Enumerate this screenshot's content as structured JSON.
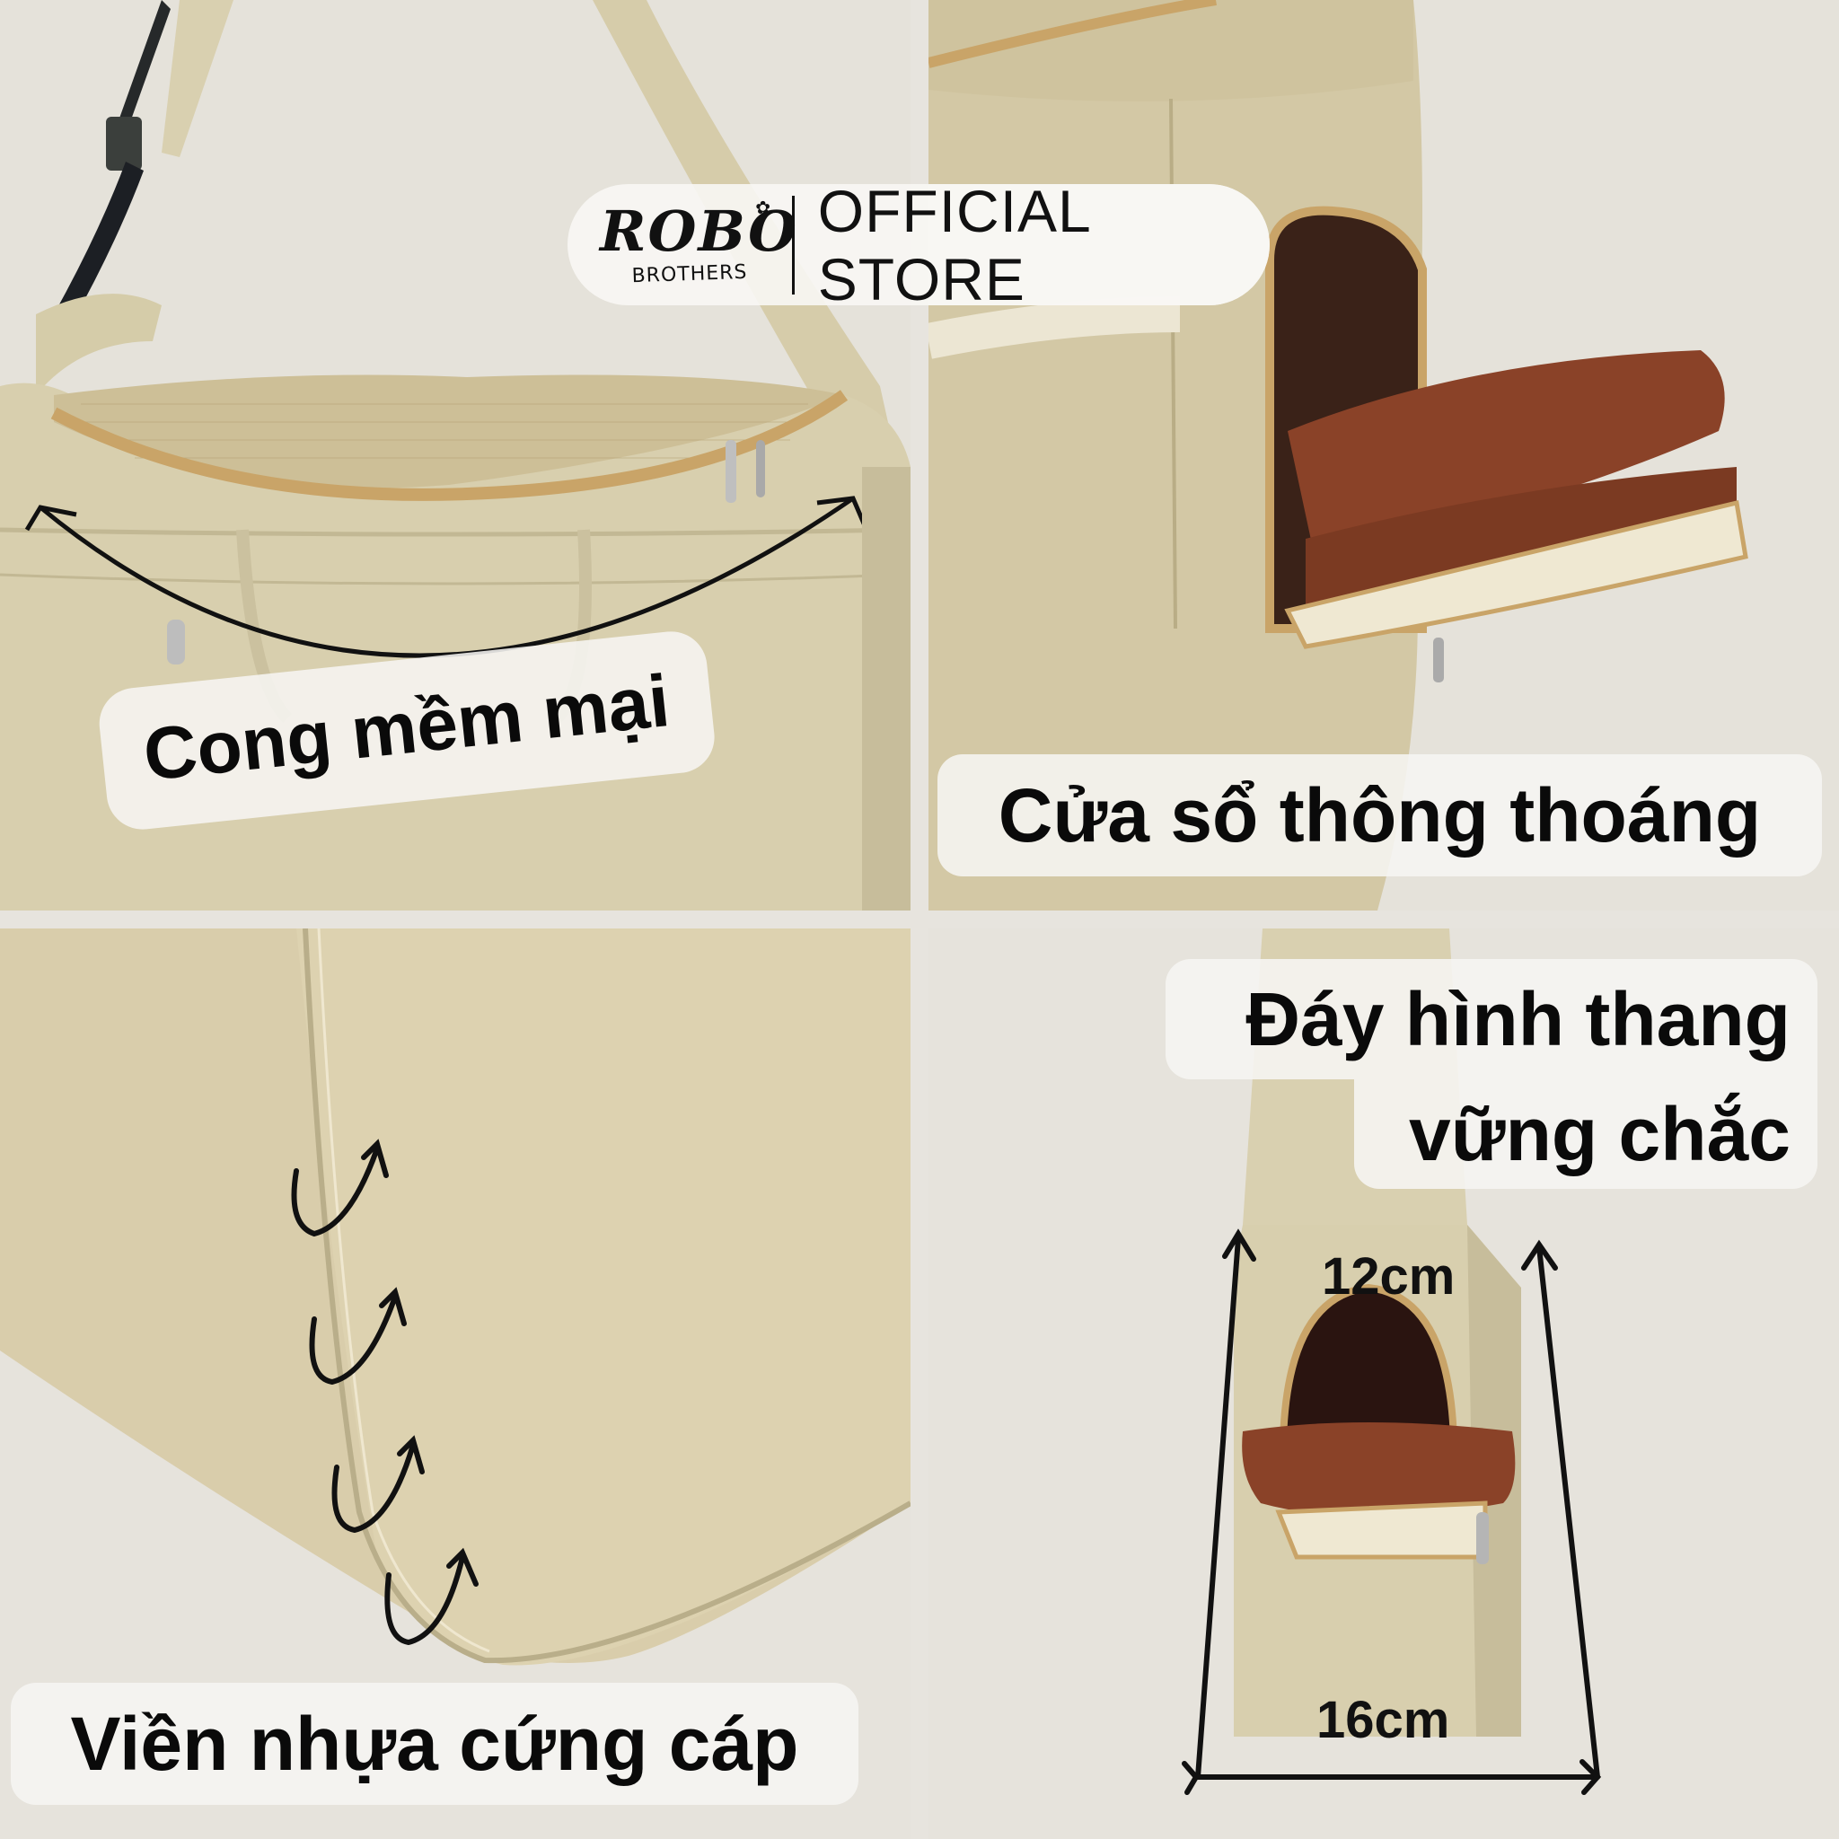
{
  "brand": {
    "logo_main": "ROBO",
    "logo_sub": "BROTHERS",
    "logo_icon": "flower-icon",
    "store_label": "OFFICIAL STORE"
  },
  "panels": [
    {
      "id": "top-left",
      "subject": "shoulder pet carrier bag, front view with mesh top and curved arrow",
      "caption": "Cong mềm mại"
    },
    {
      "id": "top-right",
      "subject": "side view with zip window open and brown cushion",
      "caption": "Cửa sổ thông thoáng"
    },
    {
      "id": "bottom-left",
      "subject": "close-up of bag bottom edge piping with four curved arrows",
      "caption": "Viền nhựa cứng cáp"
    },
    {
      "id": "bottom-right",
      "subject": "end view showing trapezoid base with measurements",
      "caption_line1": "Đáy hình thang",
      "caption_line2": "vững chắc",
      "dimensions": {
        "top_width": "12cm",
        "bottom_width": "16cm"
      }
    }
  ],
  "colors": {
    "background": "#e7e4de",
    "fabric_beige": "#d8cfae",
    "fabric_shadow": "#c2b894",
    "zipper_gold": "#c9a468",
    "cushion_brown": "#8a4228",
    "label_bg": "#f6f5f2",
    "text": "#0a0a0a"
  }
}
